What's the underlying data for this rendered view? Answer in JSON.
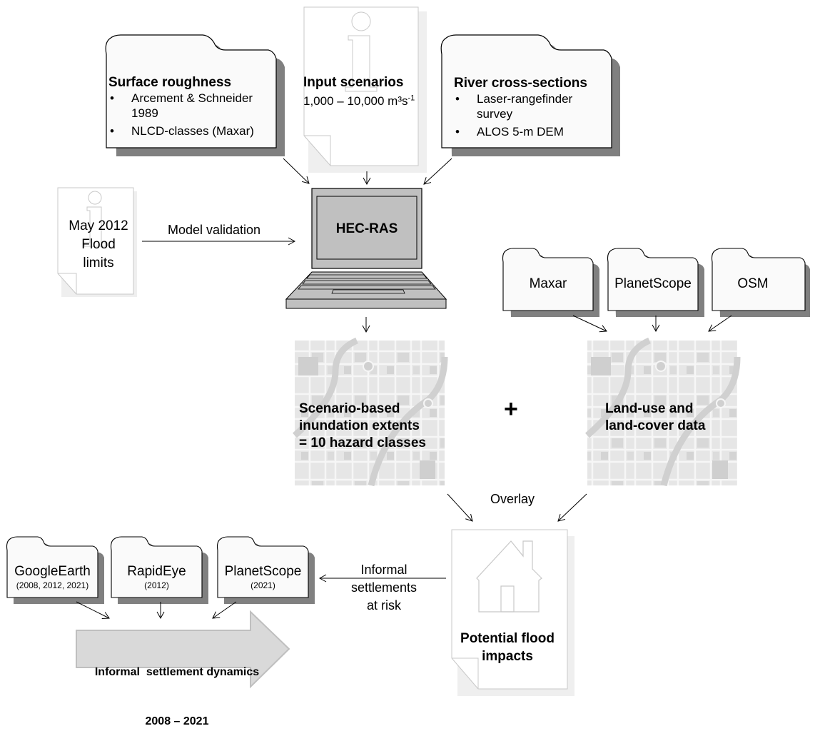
{
  "diagram": {
    "type": "workflow",
    "nodes": {
      "surface_roughness": {
        "title": "Surface roughness",
        "bullets": [
          "Arcement & Schneider 1989",
          "NLCD-classes (Maxar)"
        ],
        "icon": "folder-icon"
      },
      "input_scenarios": {
        "title": "Input scenarios",
        "subtitle_prefix": "1,000 – 10,000 m³s",
        "subtitle_sup": "-1",
        "icon": "info-document-icon"
      },
      "river_cross_sections": {
        "title": "River cross-sections",
        "bullets": [
          "Laser-rangefinder survey",
          "ALOS 5-m DEM"
        ],
        "icon": "folder-icon"
      },
      "flood_limits": {
        "lines": [
          "May 2012",
          "Flood",
          "limits"
        ],
        "icon": "info-document-icon"
      },
      "model_validation_label": "Model validation",
      "hec_ras": {
        "label": "HEC-RAS",
        "icon": "laptop-icon"
      },
      "sources_lulc": [
        {
          "label": "Maxar"
        },
        {
          "label": "PlanetScope"
        },
        {
          "label": "OSM"
        }
      ],
      "inundation": {
        "lines": [
          "Scenario-based",
          "inundation extents",
          "= 10 hazard classes"
        ],
        "icon": "map-icon"
      },
      "plus_symbol": "+",
      "land_use": {
        "lines": [
          "Land-use and",
          "land-cover data"
        ],
        "icon": "map-icon"
      },
      "overlay_label": "Overlay",
      "flood_impacts": {
        "lines": [
          "Potential flood",
          "impacts"
        ],
        "icon": "house-document-icon"
      },
      "at_risk_label": [
        "Informal",
        "settlements",
        "at risk"
      ],
      "sources_settlement": [
        {
          "label": "GoogleEarth",
          "years": "(2008, 2012, 2021)"
        },
        {
          "label": "RapidEye",
          "years": "(2012)"
        },
        {
          "label": "PlanetScope",
          "years": "(2021)"
        }
      ],
      "settlement_dynamics": {
        "lines": [
          "Informal  settlement dynamics",
          "2008 – 2021"
        ],
        "icon": "arrow-right-icon"
      }
    },
    "colors": {
      "laptop_fill": "#c0c0c0",
      "folder_fill": "#fafafa",
      "folder_shadow": "#808080",
      "doc_border": "#c8c8c8",
      "doc_shadow": "#efefef",
      "map_bg": "#e4e4e4",
      "arrow_fill": "#d9d9d9",
      "arrow_border": "#bfbfbf"
    }
  }
}
